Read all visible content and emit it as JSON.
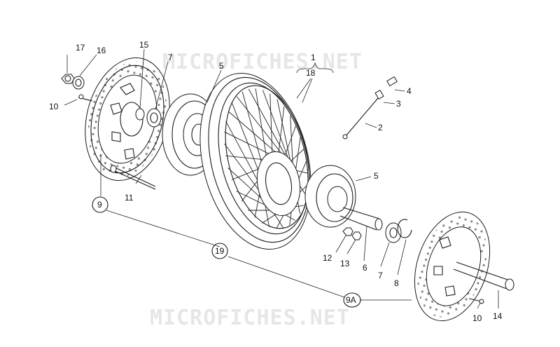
{
  "watermark": "MICROFICHES.NET",
  "callouts": {
    "c1": "1",
    "c18": "18",
    "c17": "17",
    "c16": "16",
    "c15": "15",
    "c7a": "7",
    "c5a": "5",
    "c4": "4",
    "c3": "3",
    "c2": "2",
    "c10a": "10",
    "c5b": "5",
    "c11": "11",
    "c9": "9",
    "c19": "19",
    "c12": "12",
    "c13": "13",
    "c6": "6",
    "c7b": "7",
    "c8": "8",
    "c9a": "9A",
    "c10b": "10",
    "c14": "14"
  }
}
